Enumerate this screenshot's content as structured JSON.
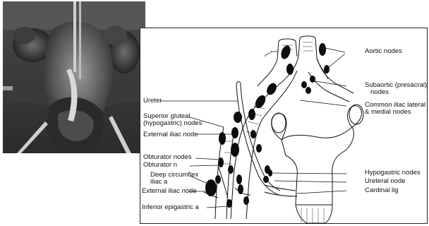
{
  "labels": {
    "aortic_nodes": "Aortic nodes",
    "subaortic_line1": "Subaortic (presacral)",
    "subaortic_line2": "nodes",
    "common_iliac_line1": "Common iliac lateral",
    "common_iliac_line2": "& medial nodes",
    "ureter": "Ureter",
    "superior_gluteal_line1": "Superior gluteal",
    "superior_gluteal_line2": "(hypogastric) nodes",
    "external_iliac_node_upper": "External iliac node",
    "obturator_nodes": "Obturator nodes",
    "obturator_n": "Obturator n",
    "deep_circumflex_line1": "Deep circumflex",
    "deep_circumflex_line2": "iliac a",
    "external_iliac_node_lower": "External iliac node",
    "inferior_epigastric": "Inferior epigastric a",
    "hypogastric_nodes": "Hypogastric nodes",
    "ureteral_node": "Ureteral node",
    "cardinal_lig": "Cardinal lig"
  },
  "photo": {
    "description_icon": "surgical-specimen-photo"
  },
  "colors": {
    "line": "#111111",
    "node": "#0d0d0d",
    "photo_bg": "#3a3a3a"
  }
}
